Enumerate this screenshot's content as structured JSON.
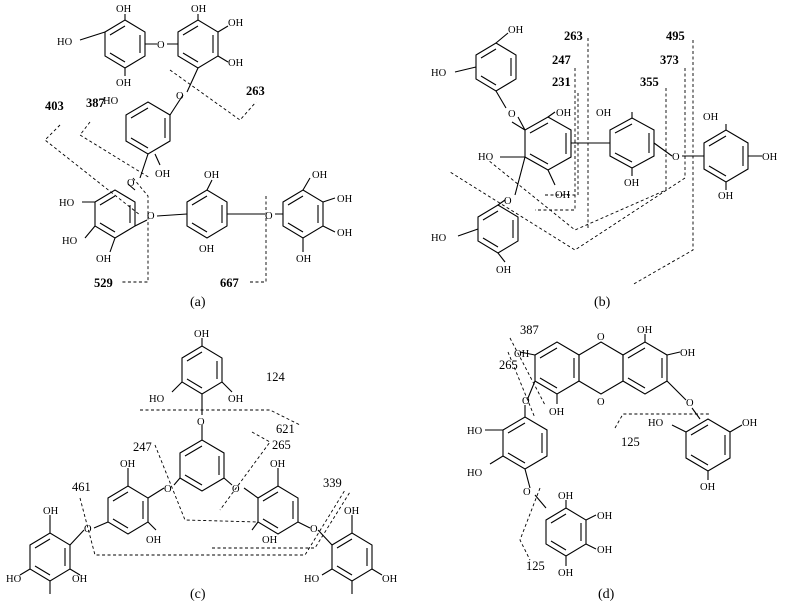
{
  "panels": [
    {
      "label": "(a)",
      "oh": "OH",
      "o": "O",
      "fragments": [
        "263",
        "387",
        "403",
        "529",
        "667"
      ]
    },
    {
      "label": "(b)",
      "oh": "OH",
      "ho": "HO",
      "o": "O",
      "fragments": [
        "263",
        "247",
        "231",
        "495",
        "373",
        "355"
      ]
    },
    {
      "label": "(c)",
      "oh": "OH",
      "ho": "HO",
      "o": "O",
      "fragments": [
        "124",
        "621",
        "247",
        "265",
        "461",
        "339"
      ]
    },
    {
      "label": "(d)",
      "oh": "OH",
      "ho": "HO",
      "o": "O",
      "fragments": [
        "387",
        "265",
        "125",
        "125"
      ]
    }
  ]
}
